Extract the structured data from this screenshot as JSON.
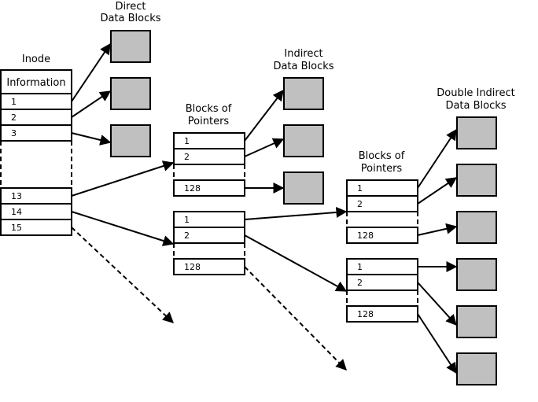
{
  "labels": {
    "direct_data_blocks_l1": "Direct",
    "direct_data_blocks_l2": "Data Blocks",
    "inode": "Inode",
    "information": "Information",
    "indirect_data_blocks_l1": "Indirect",
    "indirect_data_blocks_l2": "Data Blocks",
    "blocks_of_pointers_l1": "Blocks of",
    "blocks_of_pointers_l2": "Pointers",
    "double_indirect_l1": "Double Indirect",
    "double_indirect_l2": "Data Blocks"
  },
  "inode_entries": {
    "e1": "1",
    "e2": "2",
    "e3": "3",
    "e13": "13",
    "e14": "14",
    "e15": "15"
  },
  "pointer_entries": {
    "p1": "1",
    "p2": "2",
    "p128": "128"
  },
  "colors": {
    "data_block_fill": "#c0c0c0",
    "stroke": "#000000"
  }
}
